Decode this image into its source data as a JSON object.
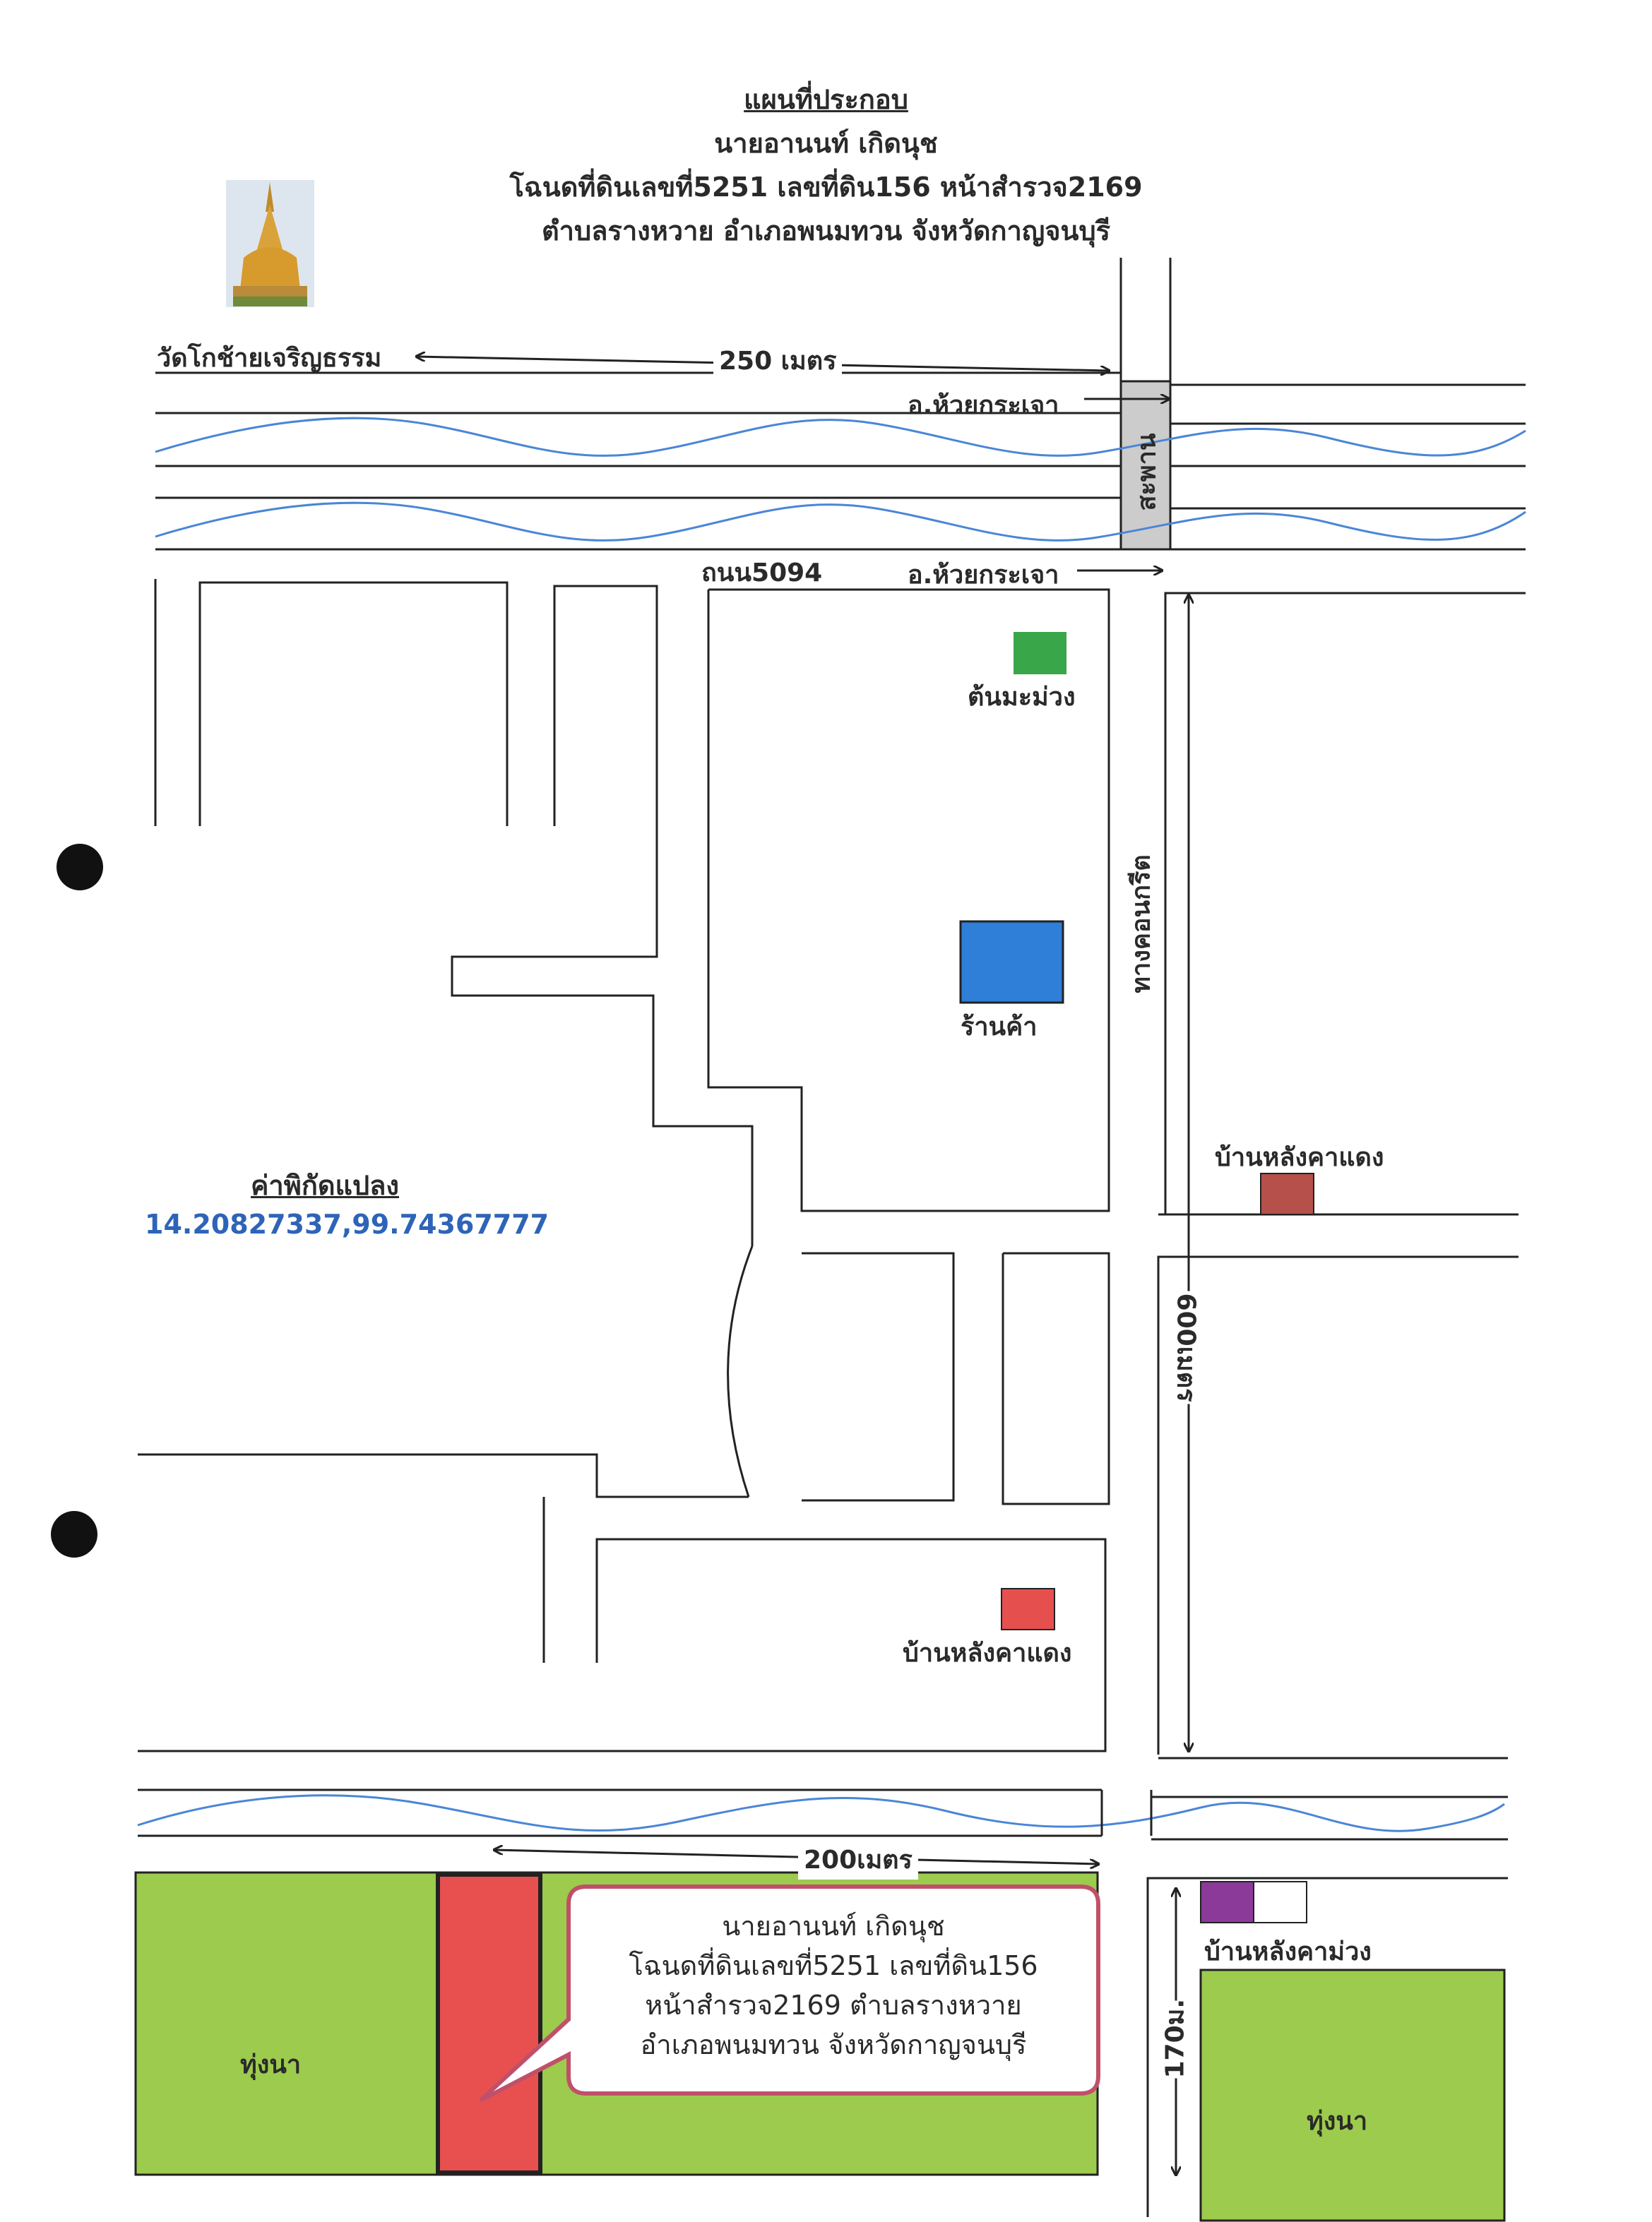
{
  "header": {
    "title": "แผนที่ประกอบ",
    "owner": "นายอานนท์ เกิดนุช",
    "deed": "โฉนดที่ดินเลขที่5251 เลขที่ดิน156 หน้าสำรวจ2169",
    "location": "ตำบลรางหวาย อำเภอพนมทวน จังหวัดกาญจนบุรี"
  },
  "labels": {
    "temple": "วัดโกช้ายเจริญธรรม",
    "distance_top": "250 เมตร",
    "route_upper": "อ.ห้วยกระเจา",
    "bridge": "สะพาน",
    "road_name": "ถนน5094",
    "route_lower": "อ.ห้วยกระเจา",
    "mango_tree": "ต้นมะม่วง",
    "shop": "ร้านค้า",
    "concrete_road": "ทางคอนกรีต",
    "red_roof_house_right": "บ้านหลังคาแดง",
    "distance_600": "600เมตร",
    "red_roof_house_center": "บ้านหลังคาแดง",
    "distance_200": "200เมตร",
    "purple_roof_house": "บ้านหลังคาม่วง",
    "distance_170": "170ม.",
    "rice_field_left": "ทุ่งนา",
    "rice_field_right": "ทุ่งนา"
  },
  "coordinates": {
    "title": "ค่าพิกัดแปลง",
    "value": "14.20827337,99.74367777"
  },
  "callout": {
    "line1": "นายอานนท์ เกิดนุช",
    "line2": "โฉนดที่ดินเลขที่5251 เลขที่ดิน156",
    "line3": "หน้าสำรวจ2169 ตำบลรางหวาย",
    "line4": "อำเภอพนมทวน จังหวัดกาญจนบุรี"
  },
  "colors": {
    "river": "#4a86d6",
    "mango_tree": "#3aa64a",
    "shop": "#2f7ed8",
    "red_roof_right": "#b5504a",
    "red_roof_center": "#e5504f",
    "purple_roof": "#8b3a9a",
    "rice_field": "#9ccb4e",
    "plot": "#e85050",
    "bridge": "#cccccc",
    "coordinate_text": "#2e64b8"
  },
  "icons": [
    "pagoda-icon"
  ]
}
